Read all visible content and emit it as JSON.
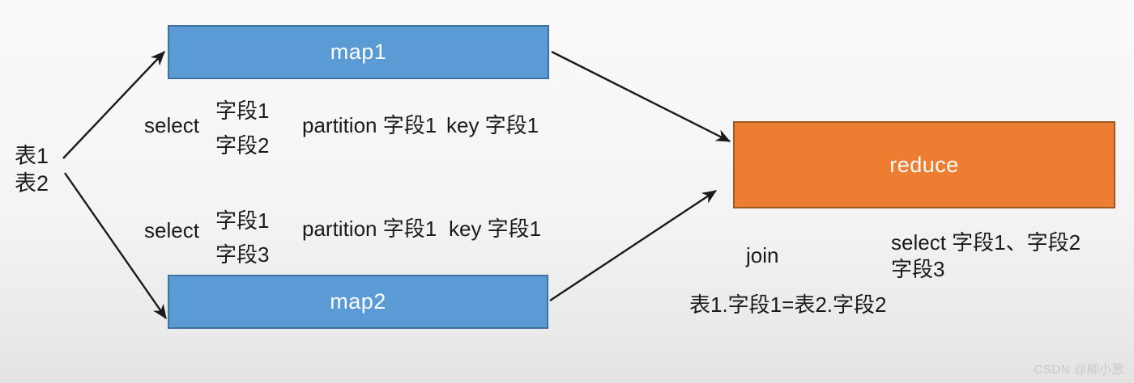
{
  "diagram": {
    "source": {
      "line1": "表1",
      "line2": "表2"
    },
    "nodes": {
      "map1": {
        "label": "map1"
      },
      "map2": {
        "label": "map2"
      },
      "reduce": {
        "label": "reduce"
      }
    },
    "map1_annotation": {
      "select_label": "select",
      "fields": [
        "字段1",
        "字段2"
      ],
      "partition_label": "partition 字段1",
      "key_label": "key 字段1"
    },
    "map2_annotation": {
      "select_label": "select",
      "fields": [
        "字段1",
        "字段3"
      ],
      "partition_label": "partition 字段1",
      "key_label": "key 字段1"
    },
    "reduce_annotation": {
      "join_label": "join",
      "select_line1": "select 字段1、字段2",
      "select_line2": "字段3",
      "join_condition": "表1.字段1=表2.字段2"
    },
    "colors": {
      "map_fill": "#5b9bd5",
      "map_border": "#41719c",
      "reduce_fill": "#ed7d31",
      "reduce_border": "#9e5a21",
      "arrow": "#1a1a1a",
      "text": "#1a1a1a",
      "watermark": "#c9c9c9"
    }
  },
  "watermark": {
    "text": "CSDN @柳小葱"
  }
}
